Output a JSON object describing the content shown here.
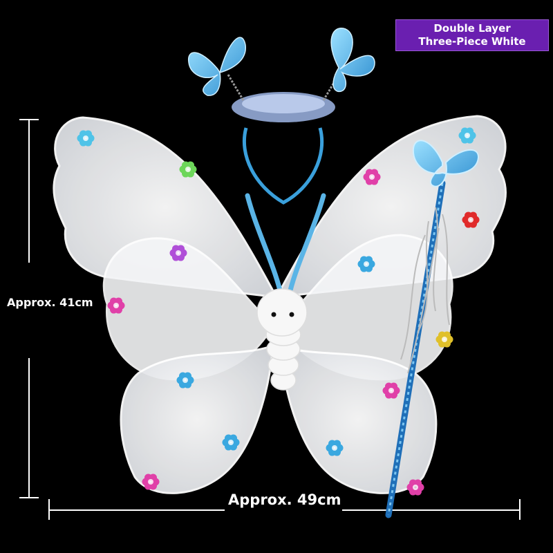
{
  "badge": {
    "line1": "Double Layer",
    "line2": "Three-Piece White"
  },
  "dimensions": {
    "height_label": "Approx. 41cm",
    "width_label": "Approx. 49cm"
  },
  "colors": {
    "background": "#000000",
    "badge": "#6a1fb0",
    "wing": "#eeeeee",
    "accent_blue": "#5ab4e6"
  },
  "pieces": [
    "butterfly-wings",
    "headband",
    "wand"
  ]
}
